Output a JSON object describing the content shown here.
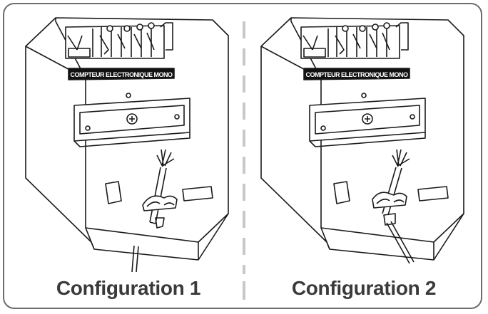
{
  "panels": [
    {
      "id": "config-1",
      "caption": "Configuration 1",
      "label": "COMPTEUR ELECTRONIQUE MONO",
      "cable_exit": "bottom-knockout"
    },
    {
      "id": "config-2",
      "caption": "Configuration 2",
      "label": "COMPTEUR ELECTRONIQUE MONO",
      "cable_exit": "rear-slot"
    }
  ],
  "colors": {
    "frame": "#6e6e6e",
    "divider": "#c8c8c8",
    "caption": "#3a3a3a",
    "line": "#1a1a1a"
  }
}
